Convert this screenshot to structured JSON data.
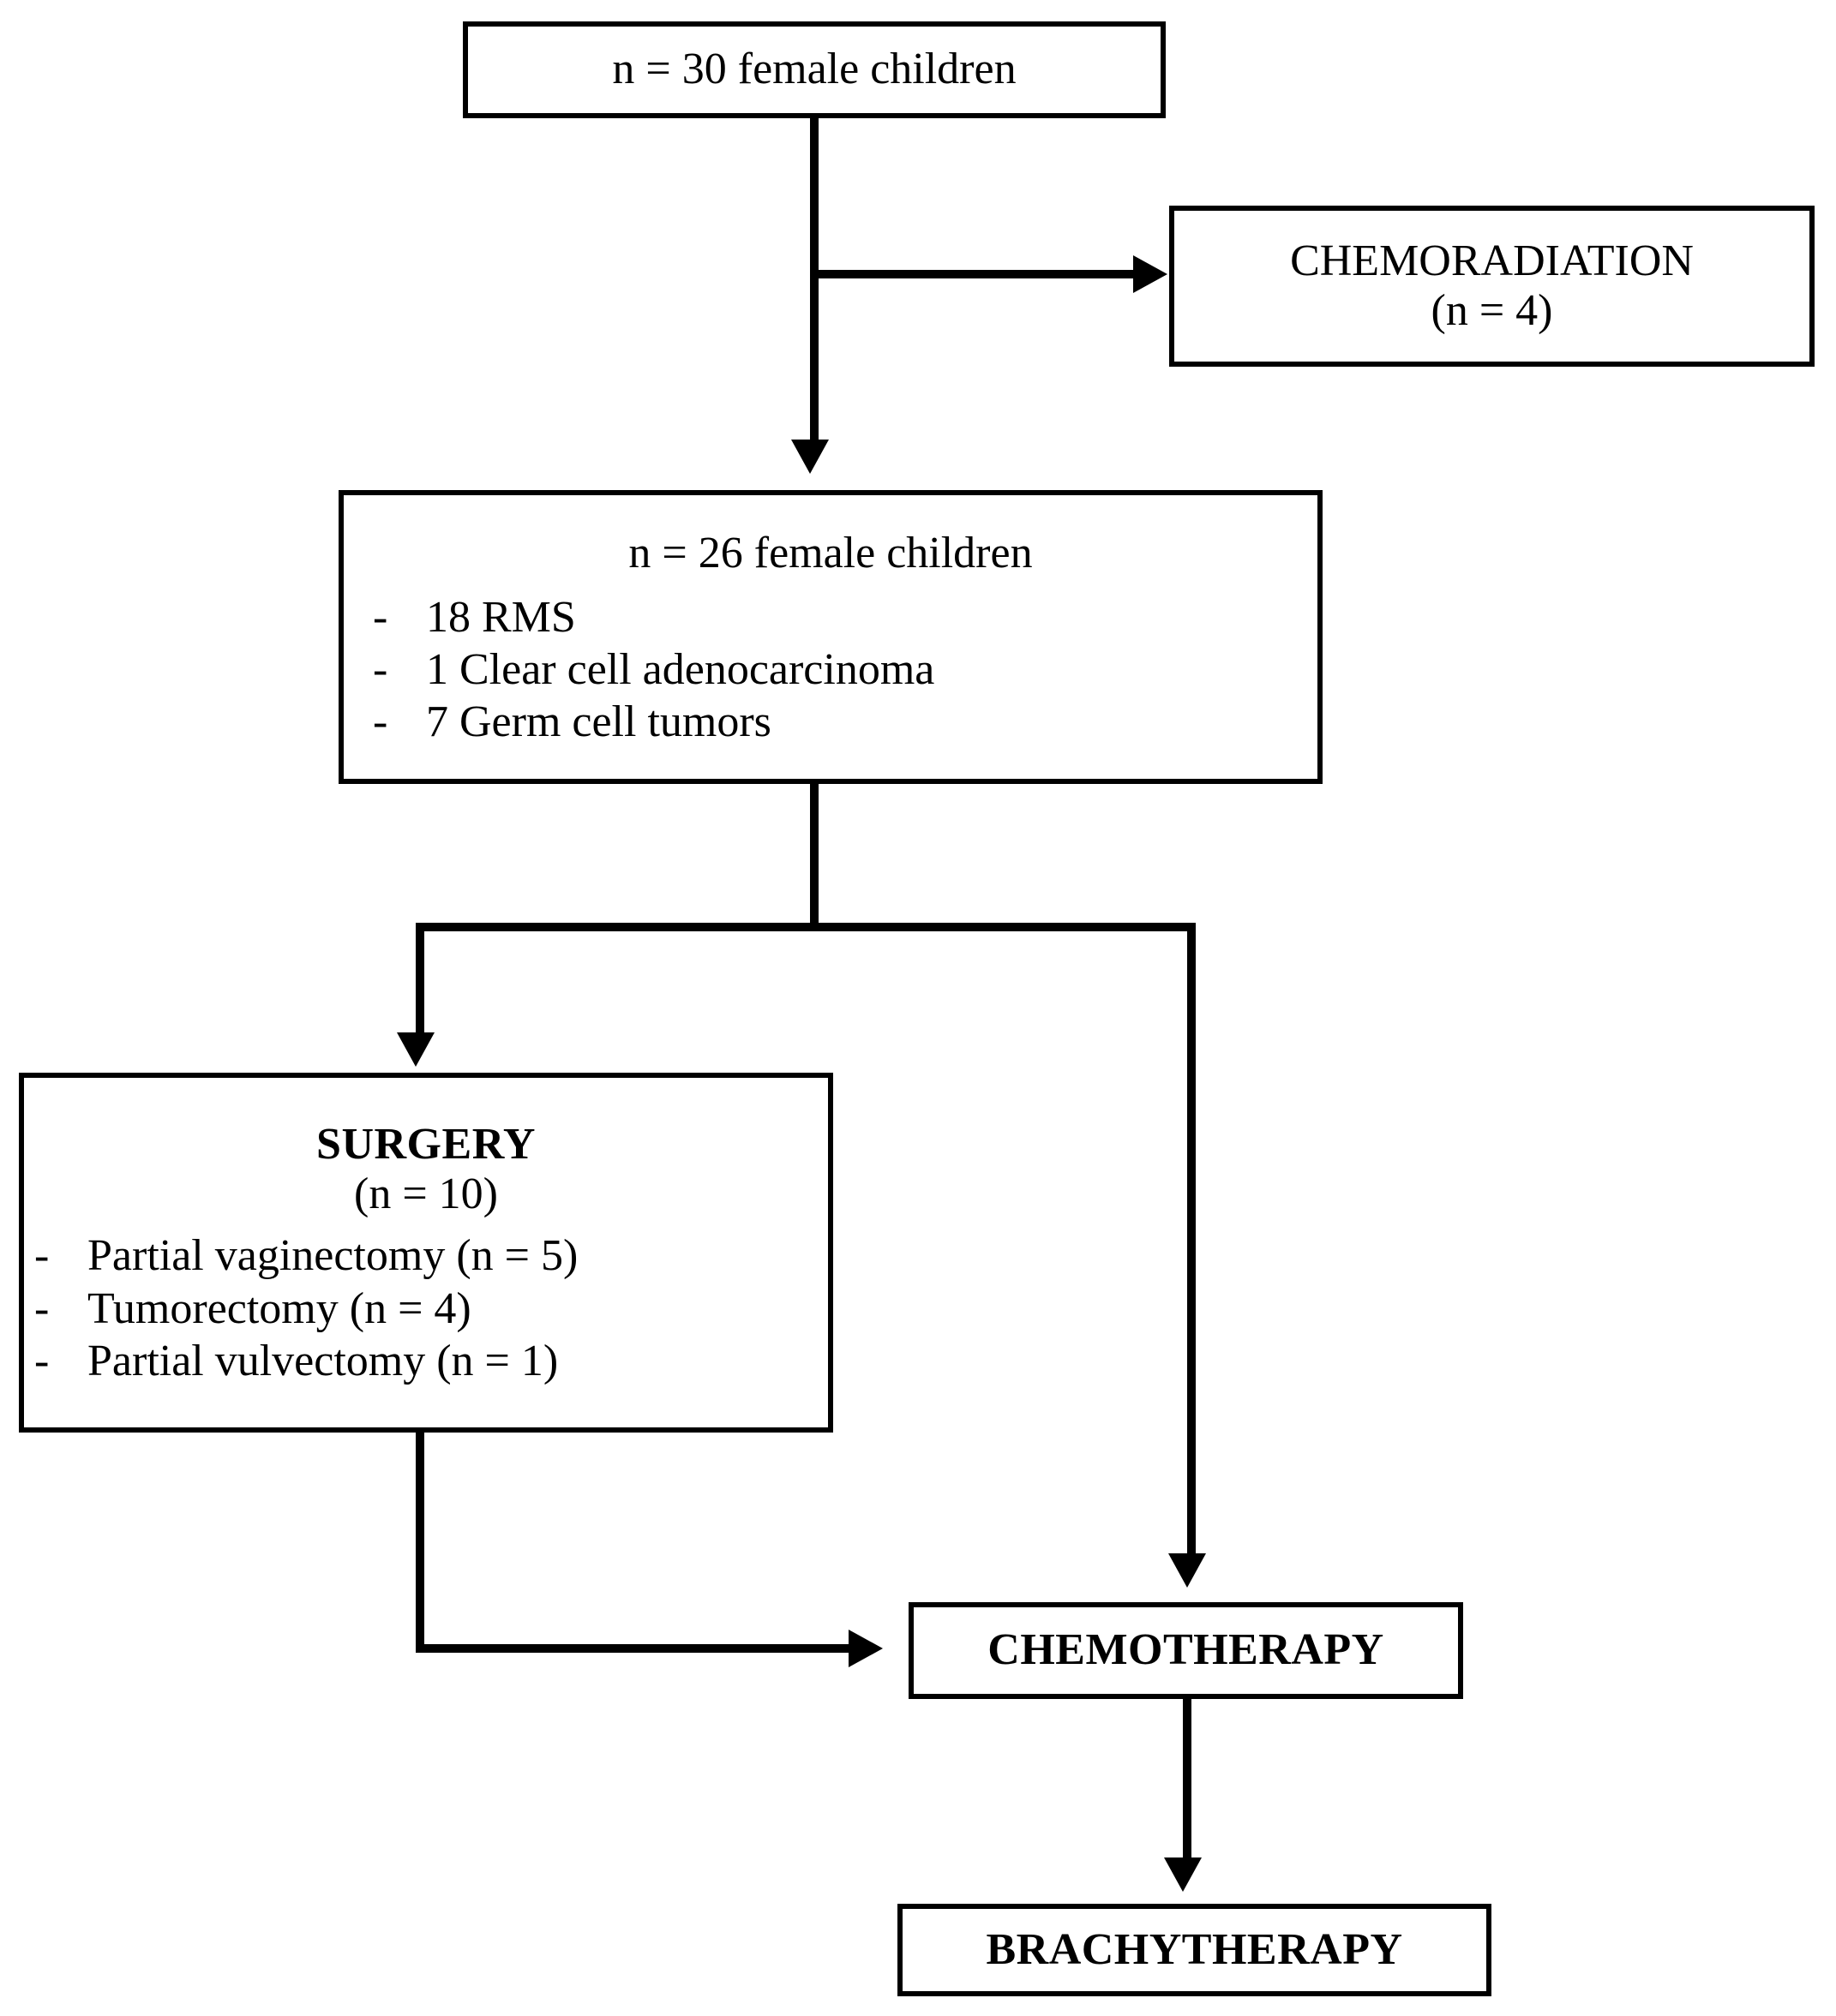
{
  "diagram": {
    "type": "flowchart",
    "nodes": {
      "cohort_initial": {
        "title": "n = 30 female children"
      },
      "chemoradiation": {
        "title": "CHEMORADIATION",
        "subtitle": "(n = 4)"
      },
      "cohort_treated": {
        "title": "n = 26 female children",
        "bullet_marker": "-",
        "items": [
          "18 RMS",
          "1 Clear cell adenocarcinoma",
          "7 Germ cell tumors"
        ]
      },
      "surgery": {
        "title": "SURGERY",
        "subtitle": "(n = 10)",
        "bullet_marker": "-",
        "items": [
          "Partial vaginectomy (n = 5)",
          "Tumorectomy (n = 4)",
          "Partial vulvectomy (n = 1)"
        ]
      },
      "chemotherapy": {
        "title": "CHEMOTHERAPY"
      },
      "brachytherapy": {
        "title": "BRACHYTHERAPY"
      }
    },
    "edges": [
      {
        "from": "cohort_initial",
        "to": "chemoradiation",
        "style": "orthogonal-right-arrow"
      },
      {
        "from": "cohort_initial",
        "to": "cohort_treated",
        "style": "vertical-arrow"
      },
      {
        "from": "cohort_treated",
        "to": "surgery",
        "style": "split-left-arrow"
      },
      {
        "from": "cohort_treated",
        "to": "chemotherapy",
        "style": "split-right-arrow"
      },
      {
        "from": "surgery",
        "to": "chemotherapy",
        "style": "orthogonal-right-arrow"
      },
      {
        "from": "chemotherapy",
        "to": "brachytherapy",
        "style": "vertical-arrow"
      }
    ],
    "colors": {
      "stroke": "#000000",
      "fill": "#ffffff",
      "text": "#000000"
    }
  }
}
